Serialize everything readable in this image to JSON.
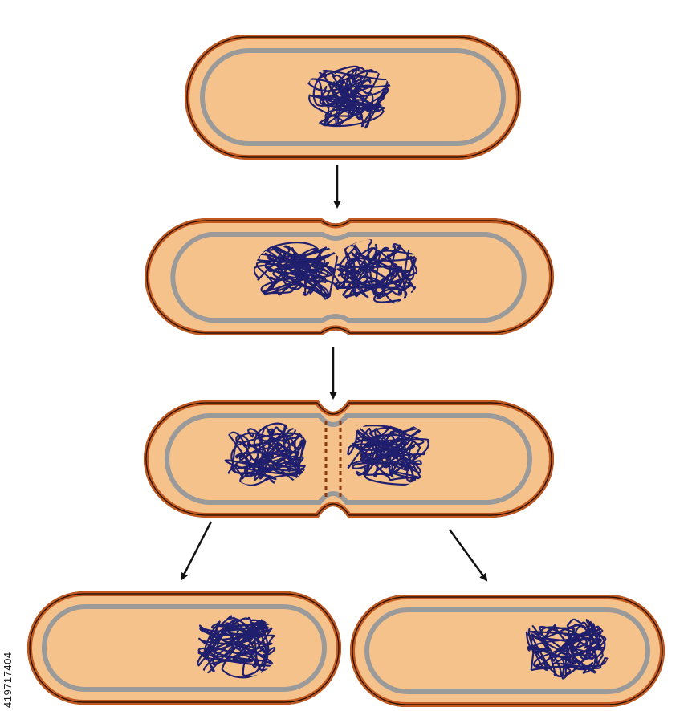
{
  "stock_id": "419717404",
  "colors": {
    "background": "#ffffff",
    "cytoplasm": "#f5c28c",
    "cell_wall": "#c0581f",
    "outline": "#2a1206",
    "membrane": "#9a9a9a",
    "dna": "#1f1f6e",
    "septum": "#8a3a12",
    "arrow": "#111111"
  },
  "stages": [
    "whole-cell",
    "dna-replicated",
    "septum-forming",
    "daughter-left",
    "daughter-right"
  ]
}
